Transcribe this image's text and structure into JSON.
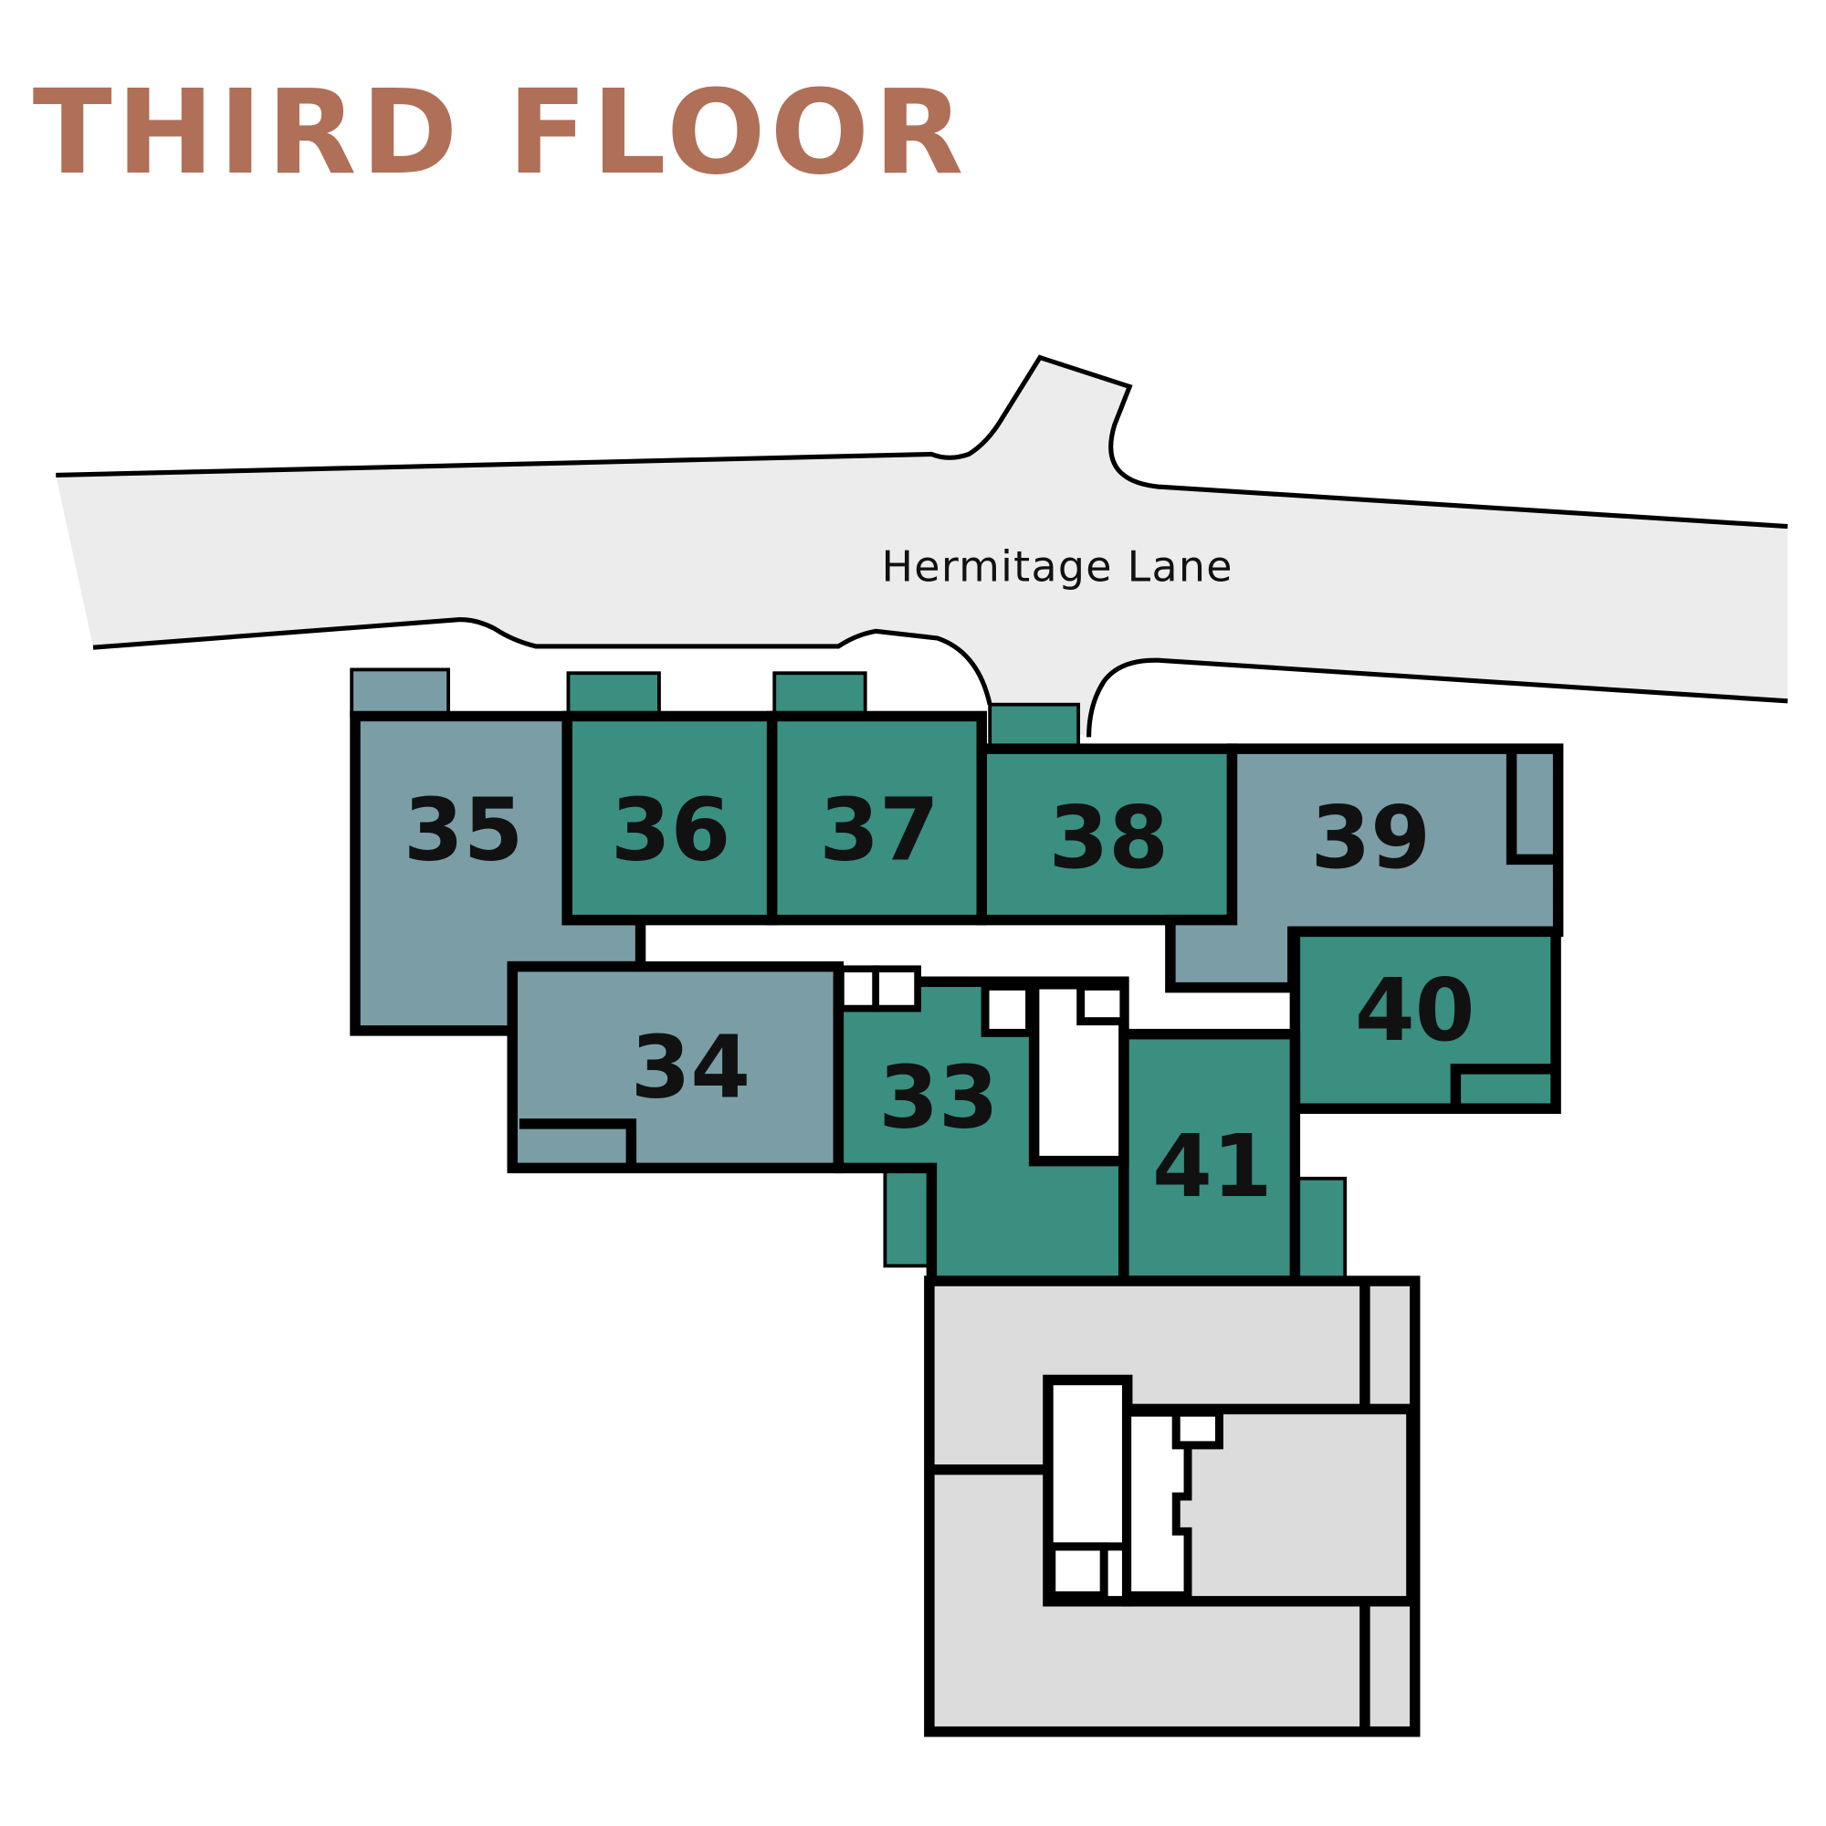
{
  "title": "THIRD FLOOR",
  "street": "Hermitage Lane",
  "colors": {
    "title": "#b06f57",
    "available": "#3a8f80",
    "other": "#7b9ea6",
    "common": "#dcdcdc",
    "road": "#ececec"
  },
  "units": [
    {
      "number": "35",
      "status": "other"
    },
    {
      "number": "36",
      "status": "available"
    },
    {
      "number": "37",
      "status": "available"
    },
    {
      "number": "38",
      "status": "available"
    },
    {
      "number": "39",
      "status": "other"
    },
    {
      "number": "40",
      "status": "available"
    },
    {
      "number": "34",
      "status": "other"
    },
    {
      "number": "33",
      "status": "available"
    },
    {
      "number": "41",
      "status": "available"
    }
  ]
}
